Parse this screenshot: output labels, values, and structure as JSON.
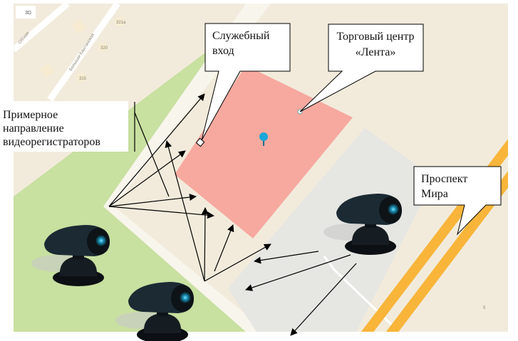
{
  "map": {
    "view_mode_button": "3D",
    "streets": [
      "Обская",
      "Большая Каштановая"
    ],
    "house_numbers": [
      "321a",
      "320",
      "315",
      "5"
    ]
  },
  "callouts": {
    "service_entrance": [
      "Служебный",
      "вход"
    ],
    "mall": [
      "Торговый центр",
      "«Лента»"
    ],
    "avenue": [
      "Проспект",
      "Мира"
    ],
    "direction_note": [
      "Примерное",
      "направление",
      "видеорегистраторов"
    ]
  },
  "colors": {
    "ground": "#f2ebdc",
    "park": "#c8e0a0",
    "walkway": "#f8f5ec",
    "building": "#f7a99f",
    "parking": "#e6e6e2",
    "road": "#f8b53a",
    "pin": "#1aa8d8",
    "camera": "#1b2a33"
  },
  "icons": [
    "camera-icon",
    "map-pin-icon",
    "entrance-marker-icon",
    "shop-marker-icon"
  ]
}
